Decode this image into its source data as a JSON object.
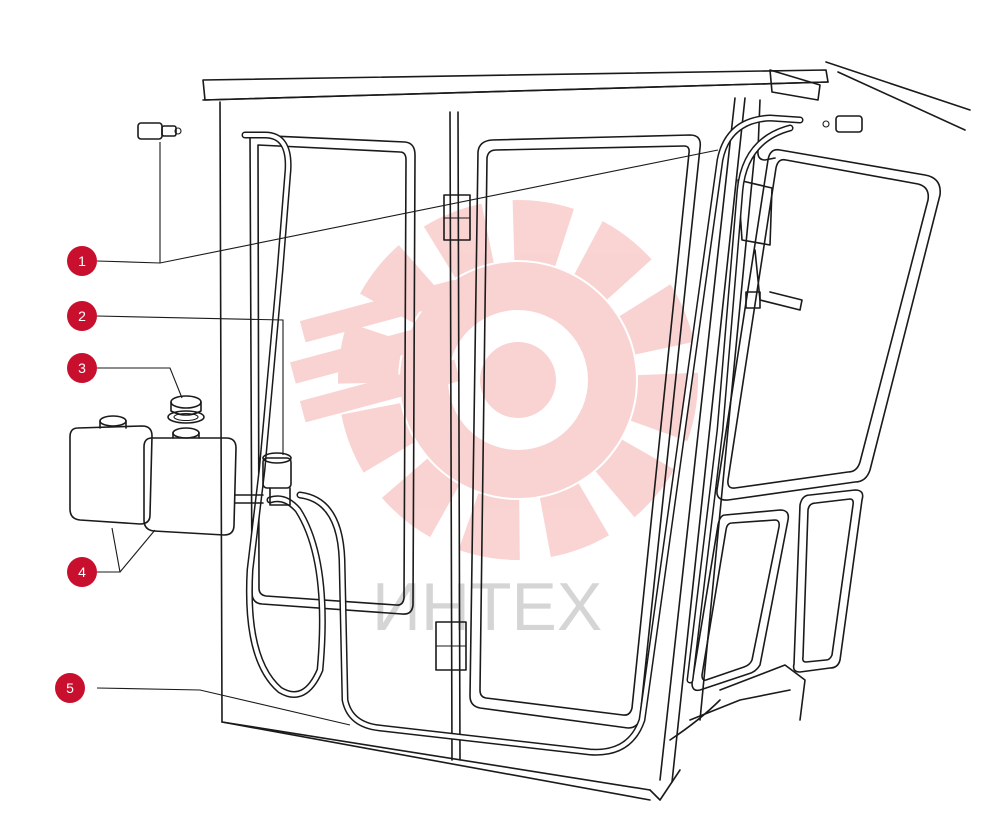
{
  "watermark": {
    "text": "ИНТЕХ",
    "color": "#e53935",
    "text_color": "#c7c7c7"
  },
  "callouts": [
    {
      "number": "1",
      "color": "#c8102e"
    },
    {
      "number": "2",
      "color": "#c8102e"
    },
    {
      "number": "3",
      "color": "#c8102e"
    },
    {
      "number": "4",
      "color": "#c8102e"
    },
    {
      "number": "5",
      "color": "#c8102e"
    }
  ]
}
